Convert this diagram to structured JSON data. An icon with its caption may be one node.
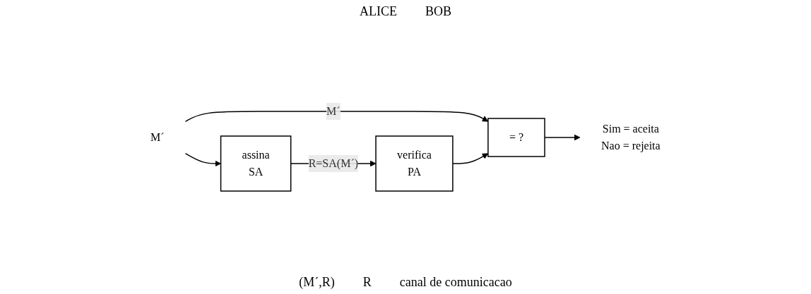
{
  "diagram": {
    "nodes": [
      {
        "text": [
          "assina",
          "SA"
        ]
      },
      {
        "text": [
          "verifica",
          "PA"
        ]
      },
      {
        "text": [
          "= ?"
        ]
      },
      {
        "text": [
          "M´"
        ]
      },
      {
        "text": [
          "Sim = aceita",
          "Nao = rejeita"
        ]
      }
    ],
    "edges": [
      {
        "from": 3,
        "to": 0,
        "arrow": "to"
      },
      {
        "from": 0,
        "to": 1,
        "arrow": "to",
        "label": "R=SA(M´)"
      },
      {
        "from": 3,
        "to": 2,
        "arrow": "to",
        "label": "M´"
      },
      {
        "from": 1,
        "to": 2,
        "arrow": "to"
      },
      {
        "from": 2,
        "to": 4,
        "arrow": "to"
      }
    ],
    "labels": [
      "ALICE",
      "BOB",
      "(M´,R)",
      "R",
      "canal de comunicacao"
    ]
  }
}
